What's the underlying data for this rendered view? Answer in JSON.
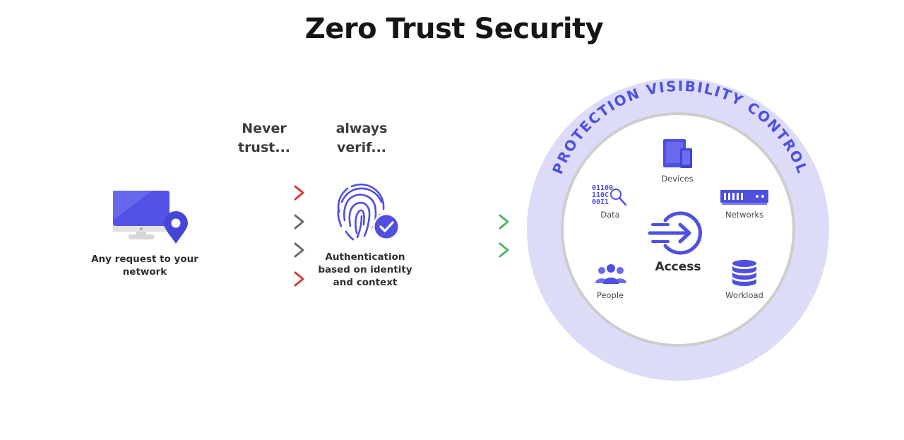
{
  "title": "Zero Trust Security",
  "never_trust": [
    "Never",
    "trust..."
  ],
  "always_verify": [
    "always",
    "verif..."
  ],
  "request_label": [
    "Any request to your",
    "network"
  ],
  "auth_label": [
    "Authentication",
    "based on identity",
    "and context"
  ],
  "ring_text": "PROTECTION VISIBILITY CONTROL",
  "center_label": "Access",
  "nodes": {
    "devices": "Devices",
    "data": "Data",
    "networks": "Networks",
    "people": "People",
    "workload": "Workload"
  },
  "colors": {
    "accent": "#4f4fe0",
    "ring": "#dcdcf9",
    "denied_arrow": "#d63b35",
    "neutral_arrow": "#6b6b6b",
    "allowed_arrow": "#4cb663"
  },
  "icons": {
    "request": "monitor-location-icon",
    "auth": "fingerprint-check-icon",
    "access": "access-arrow-icon",
    "devices": "devices-icon",
    "data": "data-search-icon",
    "networks": "network-rack-icon",
    "people": "people-icon",
    "workload": "database-icon"
  }
}
